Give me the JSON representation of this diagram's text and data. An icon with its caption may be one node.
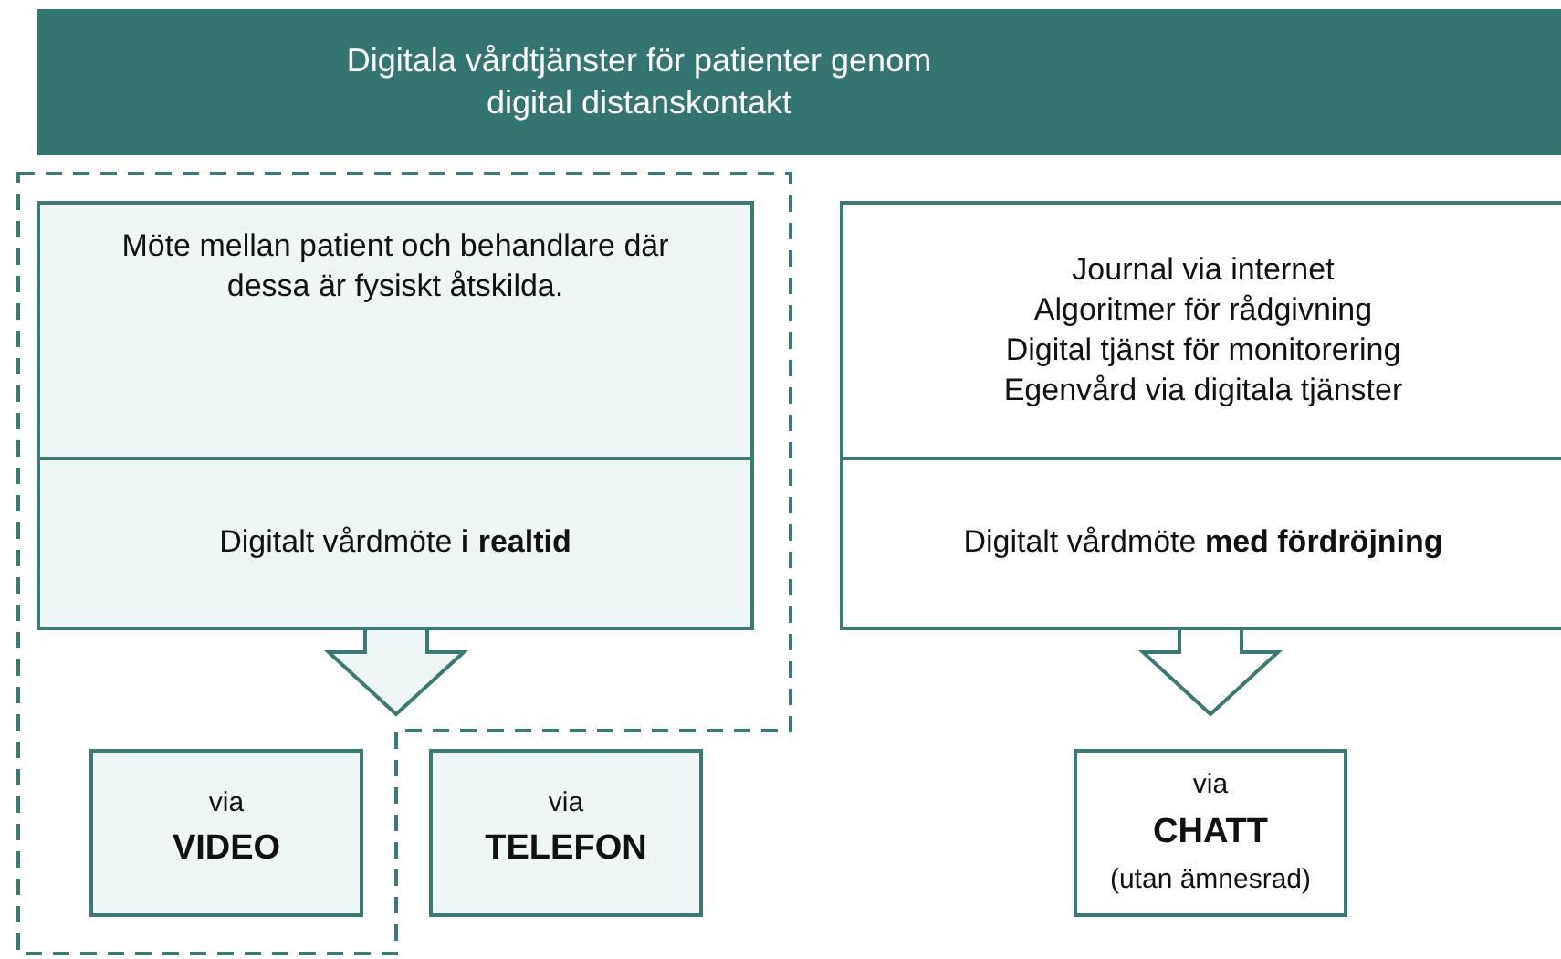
{
  "diagram": {
    "nodes": [
      {
        "text": [
          "Digitala vårdtjänster för patienter genom digital distanskontakt"
        ]
      },
      {
        "text": [
          "Möte mellan patient och behandlare där dessa är fysiskt åtskilda."
        ]
      },
      {
        "text": [
          "Digitalt vårdmöte **i realtid**"
        ]
      },
      {
        "text": [
          "Journal via internet",
          "Algoritmer för rådgivning",
          "Digital tjänst för monitorering",
          "Egenvård via digitala tjänster"
        ]
      },
      {
        "text": [
          "Digitalt vårdmöte **med fördröjning**"
        ]
      },
      {
        "text": [
          "via",
          "VIDEO"
        ]
      },
      {
        "text": [
          "via",
          "TELEFON"
        ]
      },
      {
        "text": [
          "via",
          "CHATT",
          "(utan ämnesrad)"
        ]
      }
    ],
    "edges": [
      {
        "from": 2,
        "to": 5,
        "arrow": "to"
      },
      {
        "from": 2,
        "to": 6,
        "arrow": "to"
      },
      {
        "from": 4,
        "to": 7,
        "arrow": "to"
      }
    ]
  }
}
